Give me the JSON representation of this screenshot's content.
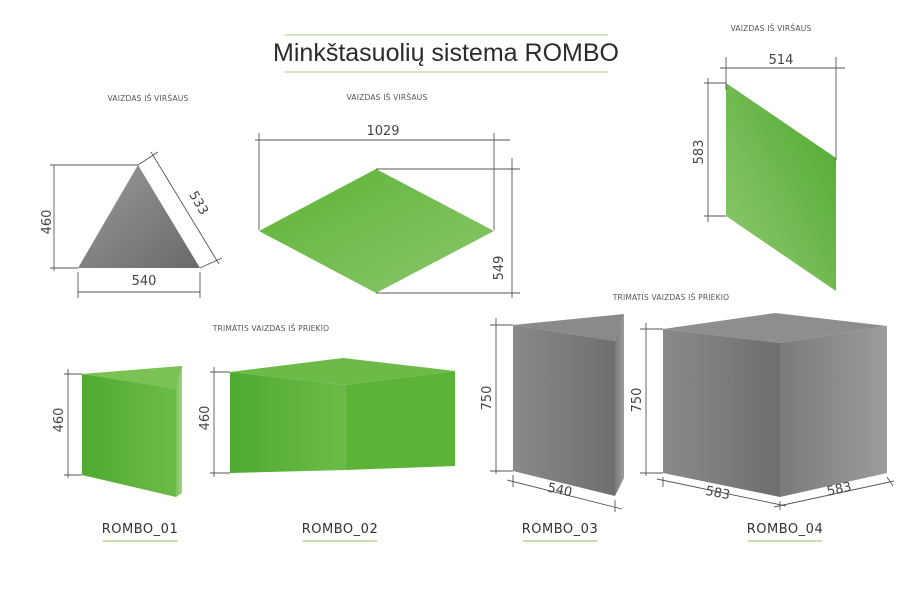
{
  "title": "Minkštasuolių sistema ROMBO",
  "captions": {
    "top_view_1": "VAIZDAS IŠ VIRŠAUS",
    "top_view_2": "VAIZDAS IŠ VIRŠAUS",
    "top_view_3": "VAIZDAS IŠ VIRŠAUS",
    "front_3d_left": "TRIMATIS VAIZDAS IŠ PRIEKIO",
    "front_3d_right": "TRIMATIS VAIZDAS IŠ PRIEKIO"
  },
  "dimensions": {
    "triangle_height": "460",
    "triangle_side": "533",
    "triangle_base": "540",
    "rhombus_width": "1029",
    "rhombus_depth": "549",
    "parallelogram_width": "514",
    "parallelogram_height": "583",
    "rombo01_height": "460",
    "rombo02_height": "460",
    "rombo03_height": "750",
    "rombo03_side": "540",
    "rombo04_height": "750",
    "rombo04_side_a": "583",
    "rombo04_side_b": "583"
  },
  "products": [
    {
      "name": "ROMBO_01"
    },
    {
      "name": "ROMBO_02"
    },
    {
      "name": "ROMBO_03"
    },
    {
      "name": "ROMBO_04"
    }
  ],
  "colors": {
    "green_dark": "#4da82e",
    "green_light": "#8cc76a",
    "grey_dark": "#6a6a6a",
    "grey_light": "#a9a9a9",
    "accent_line": "#8bc34a"
  }
}
